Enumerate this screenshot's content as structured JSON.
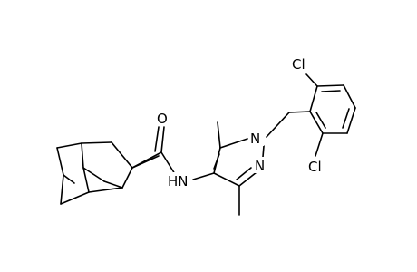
{
  "molecule": {
    "labels": {
      "oxygen": "O",
      "amide_nitrogen": "HN",
      "pyrazole_n1": "N",
      "pyrazole_n2": "N",
      "chlorine_top": "Cl",
      "chlorine_bottom": "Cl"
    }
  }
}
